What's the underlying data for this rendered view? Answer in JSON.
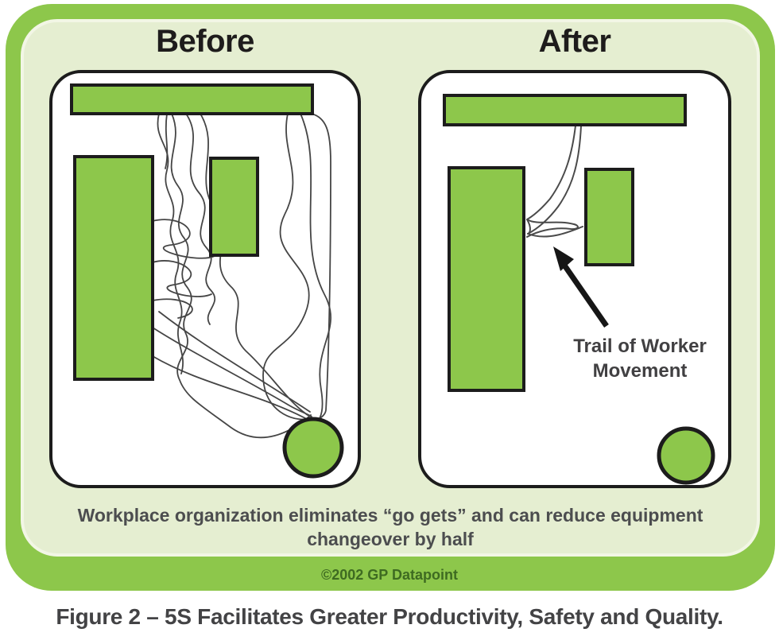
{
  "colors": {
    "frame_green": "#8dc74b",
    "inner_panel_light_green": "#e5eed1",
    "shape_green": "#8dc74b",
    "outline_black": "#1c1c1c",
    "title_black": "#1e1c1c",
    "caption_gray": "#4c4d4f",
    "annotation_gray": "#414042",
    "copyright_dark_green": "#3e6b21",
    "trail_line_gray": "#454545"
  },
  "titles": {
    "before": "Before",
    "after": "After"
  },
  "annotation": {
    "line1": "Trail of Worker",
    "line2": "Movement"
  },
  "caption": {
    "line1": "Workplace organization eliminates “go gets” and can reduce equipment",
    "line2": "changeover by half"
  },
  "copyright": "©2002 GP Datapoint",
  "figure_caption": "Figure 2 – 5S Facilitates Greater Productivity, Safety and Quality."
}
